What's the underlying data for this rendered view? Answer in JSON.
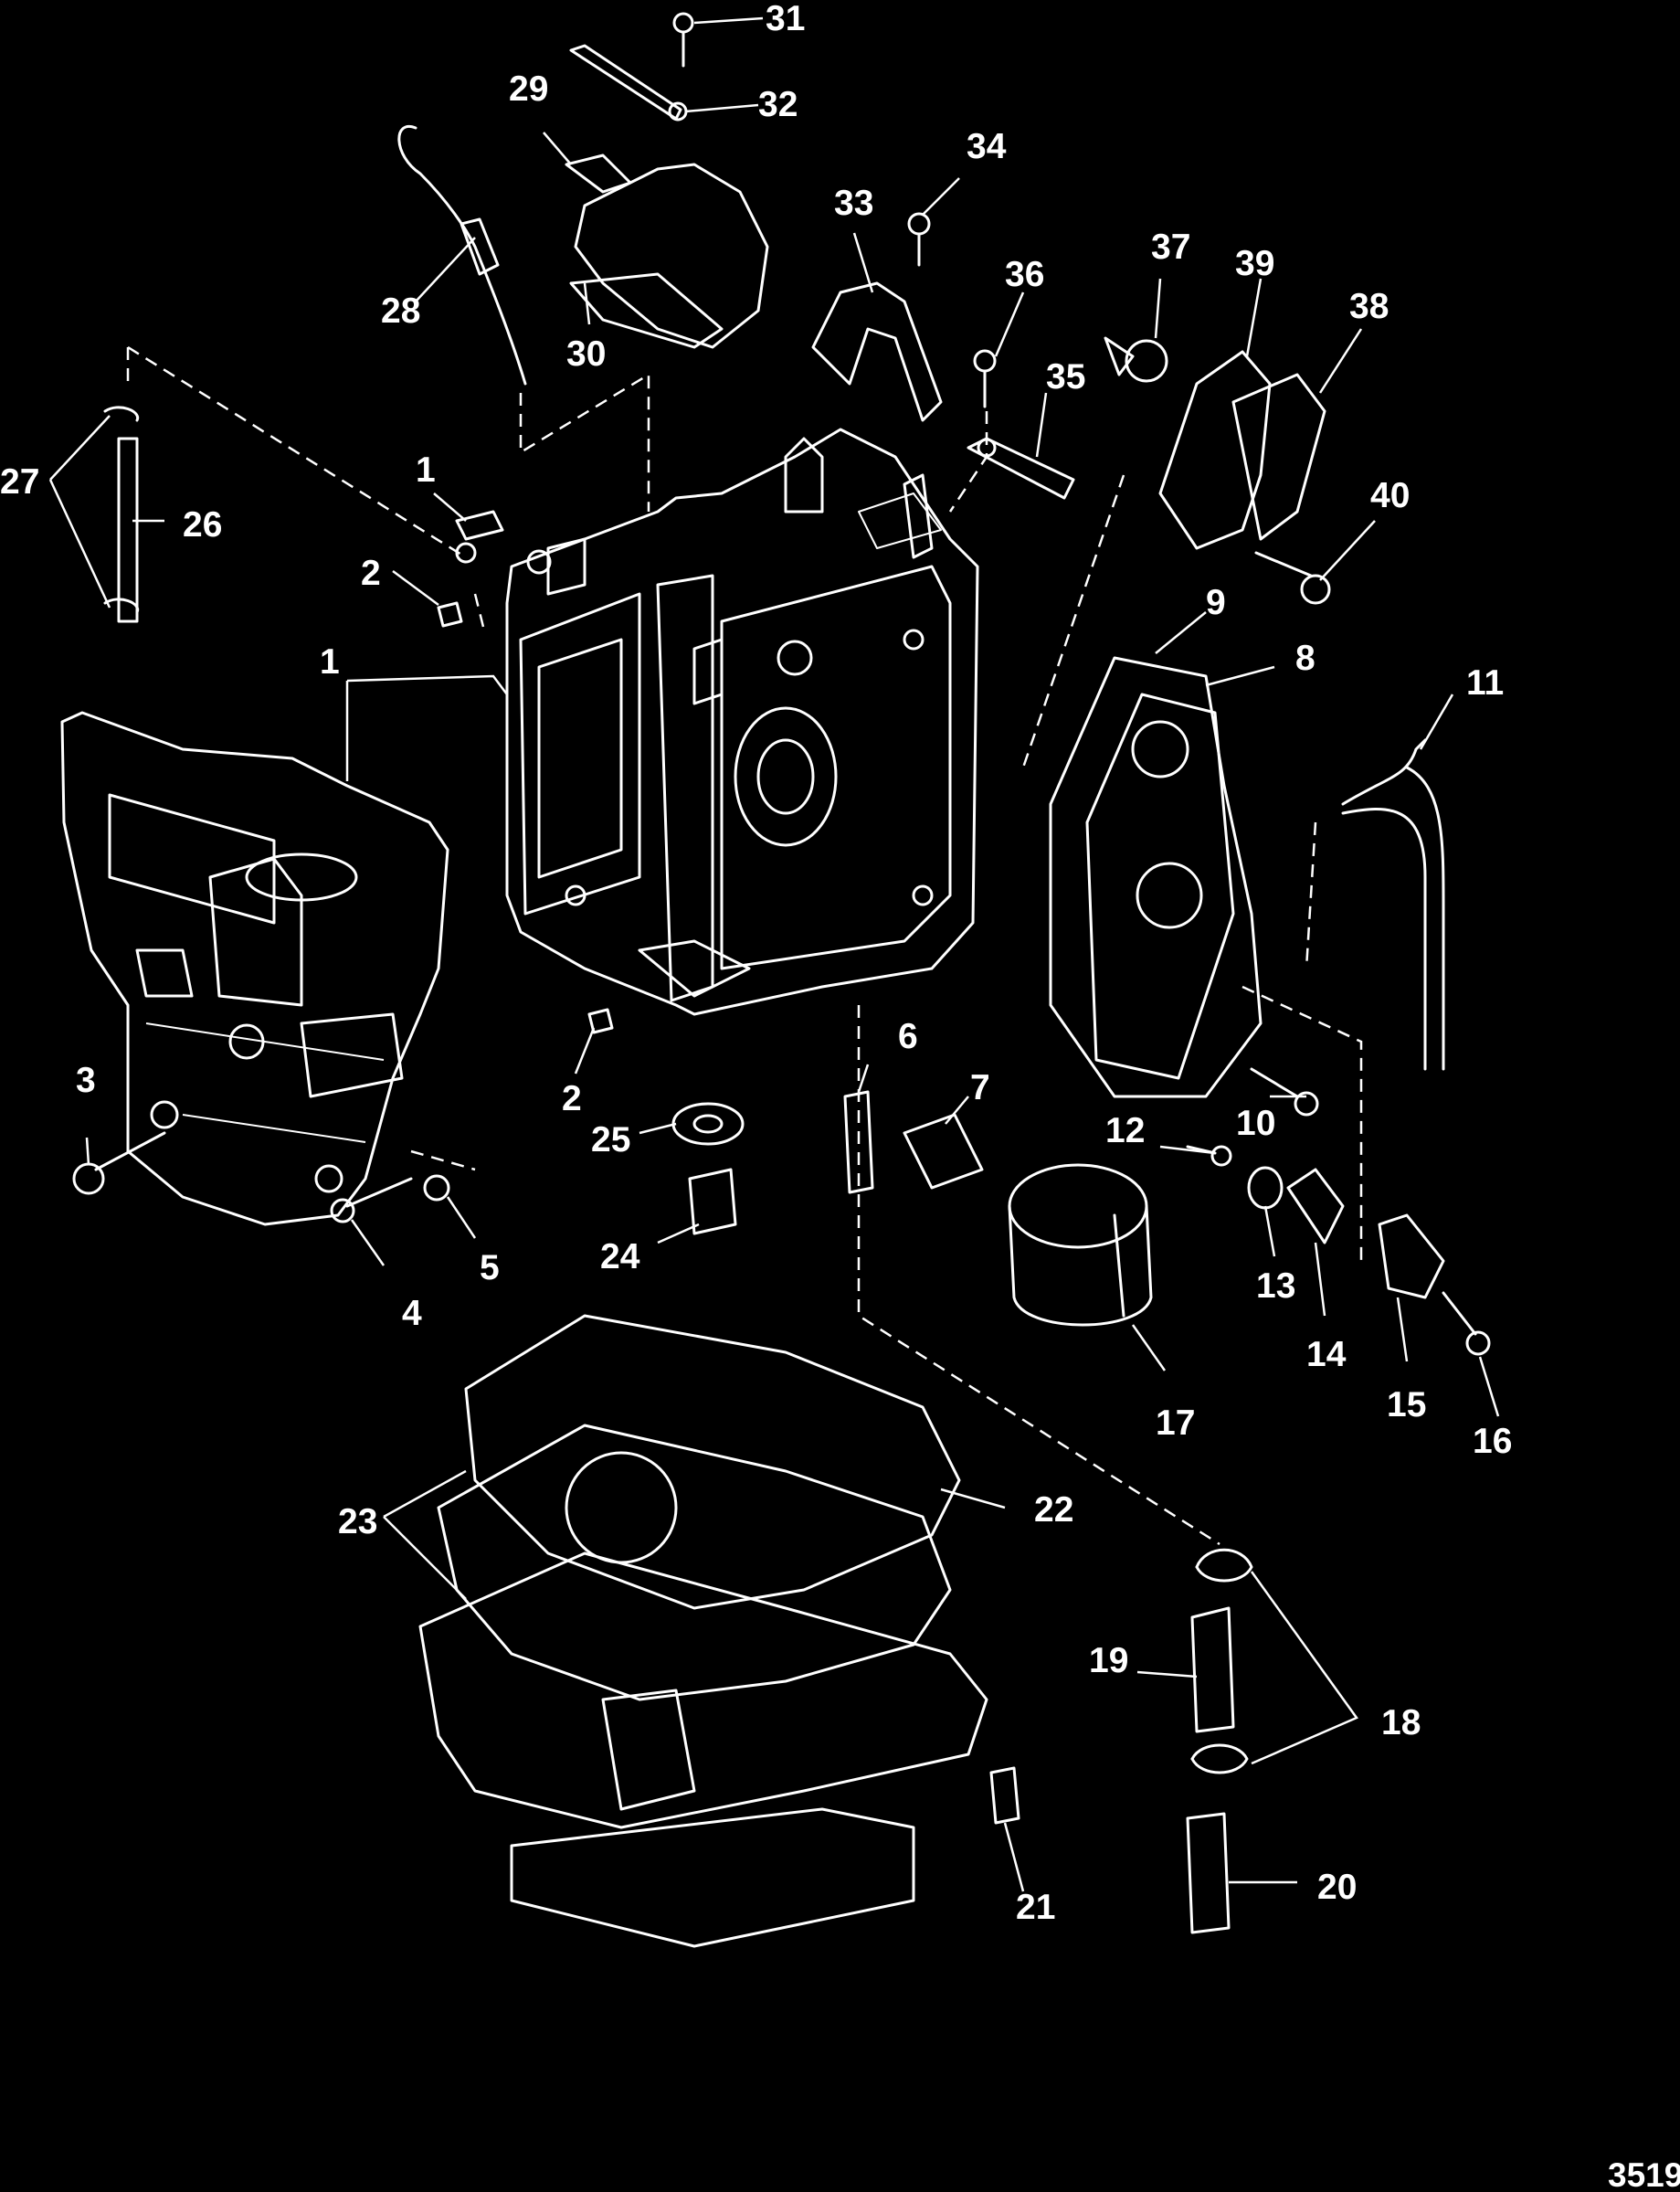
{
  "figure_number": "3519",
  "callouts": [
    "1",
    "1",
    "2",
    "2",
    "3",
    "4",
    "5",
    "6",
    "7",
    "8",
    "9",
    "10",
    "11",
    "12",
    "13",
    "14",
    "15",
    "16",
    "17",
    "18",
    "19",
    "20",
    "21",
    "22",
    "23",
    "24",
    "25",
    "26",
    "27",
    "28",
    "29",
    "30",
    "31",
    "32",
    "33",
    "34",
    "35",
    "36",
    "37",
    "38",
    "39",
    "40"
  ]
}
